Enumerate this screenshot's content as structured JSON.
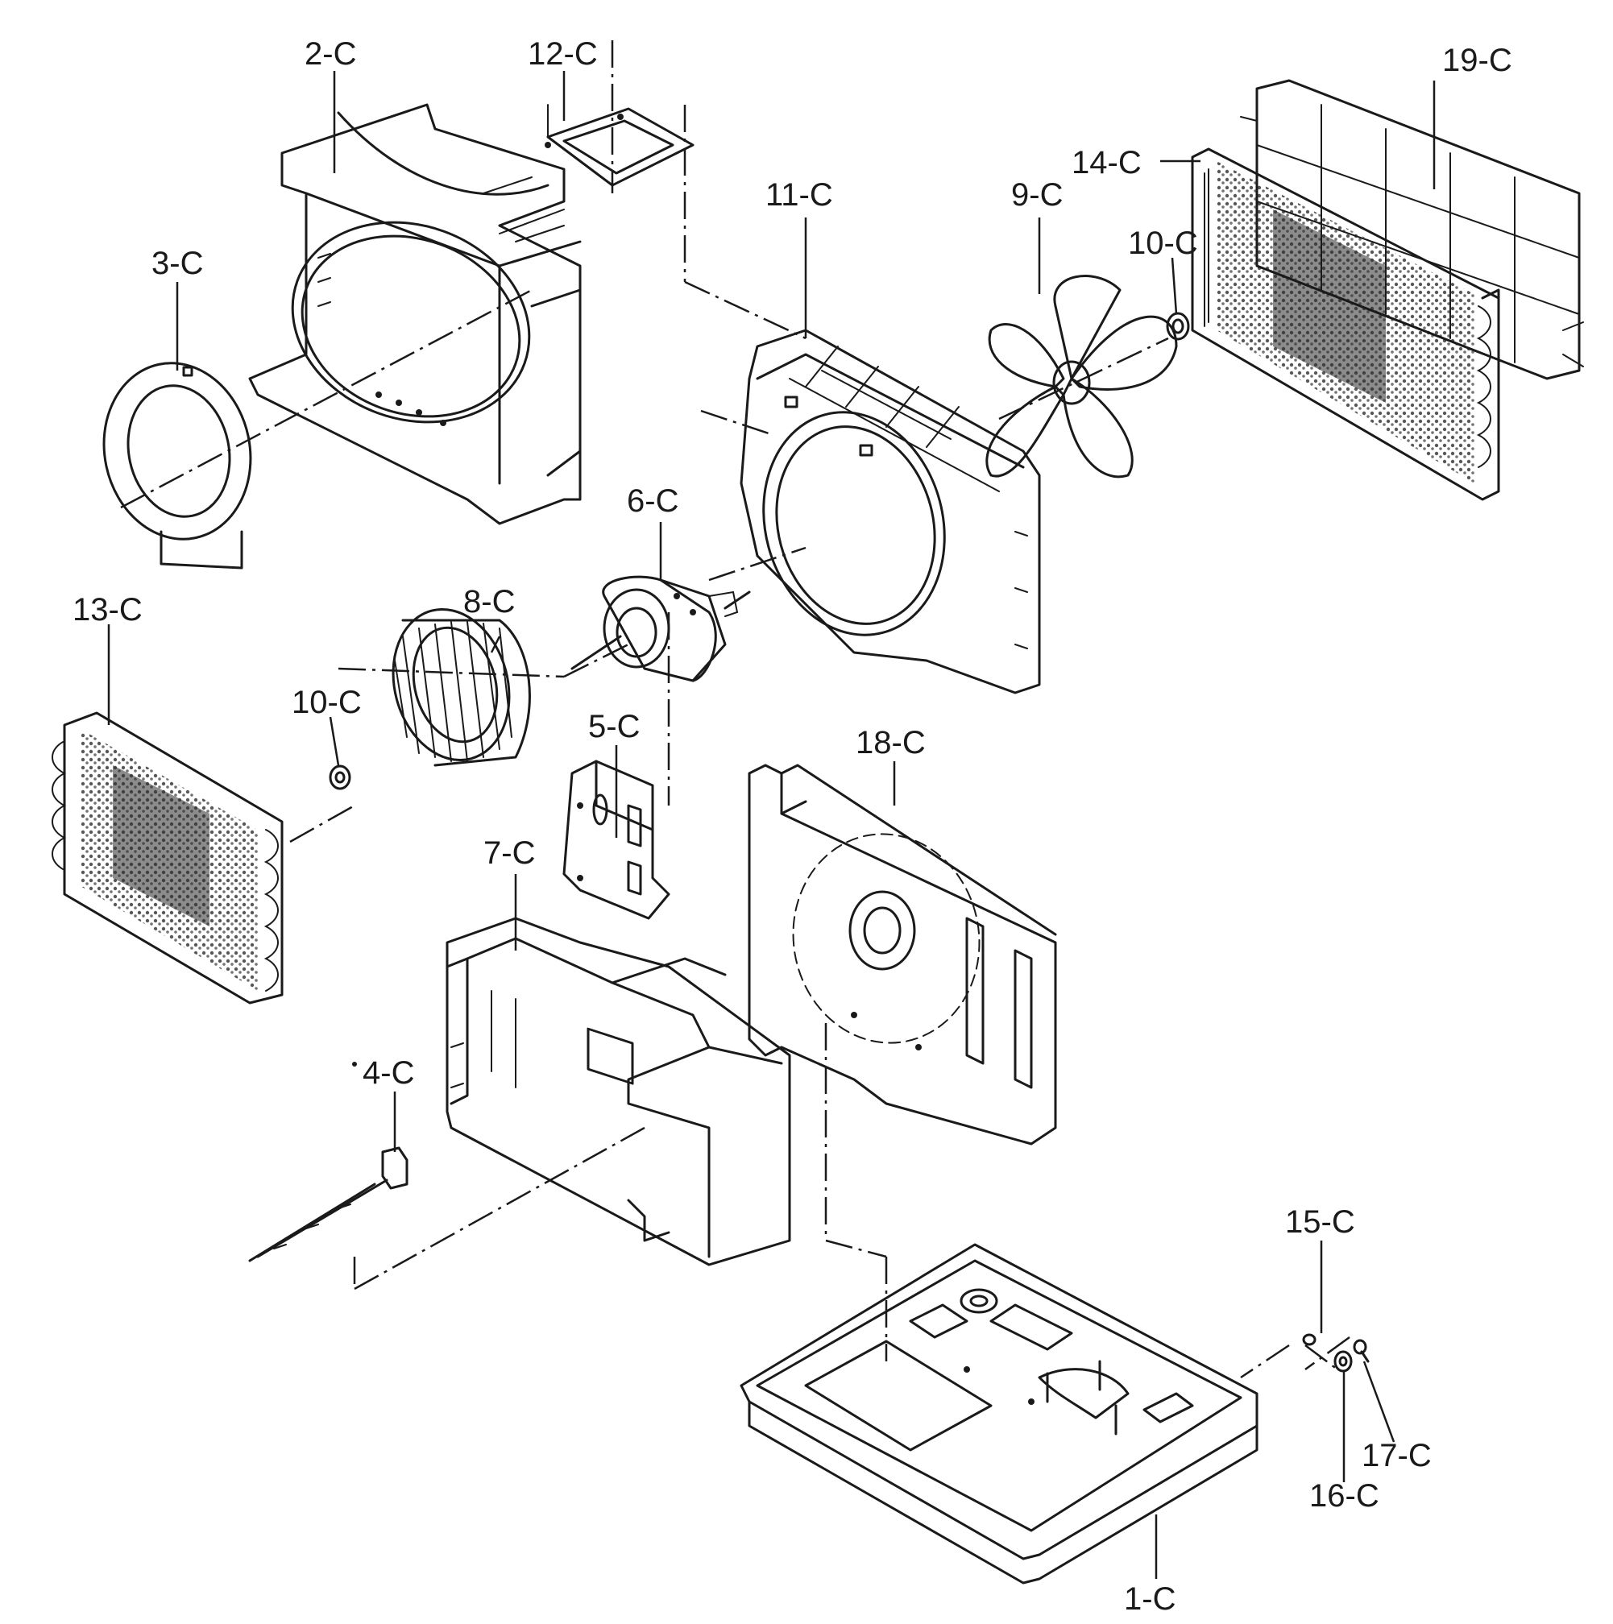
{
  "labels": {
    "p1": "1-C",
    "p2": "2-C",
    "p3": "3-C",
    "p4": "4-C",
    "p5": "5-C",
    "p6": "6-C",
    "p7": "7-C",
    "p8": "8-C",
    "p9": "9-C",
    "p10a": "10-C",
    "p10b": "10-C",
    "p11": "11-C",
    "p12": "12-C",
    "p13": "13-C",
    "p14": "14-C",
    "p15": "15-C",
    "p16": "16-C",
    "p17": "17-C",
    "p18": "18-C",
    "p19": "19-C"
  },
  "colors": {
    "ink": "#1a1a1a",
    "shade_dark": "#4a4a4a",
    "shade_light": "#9a9a9a",
    "paper": "#ffffff"
  }
}
